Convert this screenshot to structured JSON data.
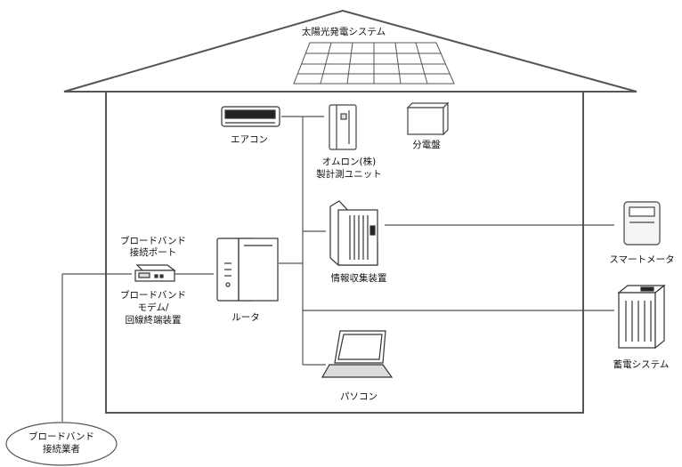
{
  "house": {
    "roof_label": "太陽光発電システム"
  },
  "devices": {
    "aircon": "エアコン",
    "omron_unit_line1": "オムロン(株)",
    "omron_unit_line2": "製計測ユニット",
    "distribution_board": "分電盤",
    "info_collector": "情報収集装置",
    "smart_meter": "スマートメータ",
    "storage_system": "蓄電システム",
    "pc": "パソコン",
    "router": "ルータ",
    "broadband_port_line1": "ブロードバンド",
    "broadband_port_line2": "接続ポート",
    "modem_line1": "ブロードバンド",
    "modem_line2": "モデム/",
    "modem_line3": "回線終端装置",
    "isp_line1": "ブロードバンド",
    "isp_line2": "接続業者"
  },
  "colors": {
    "line": "#555555",
    "fill": "#ffffff",
    "panel_fill": "#f4f4f4"
  }
}
